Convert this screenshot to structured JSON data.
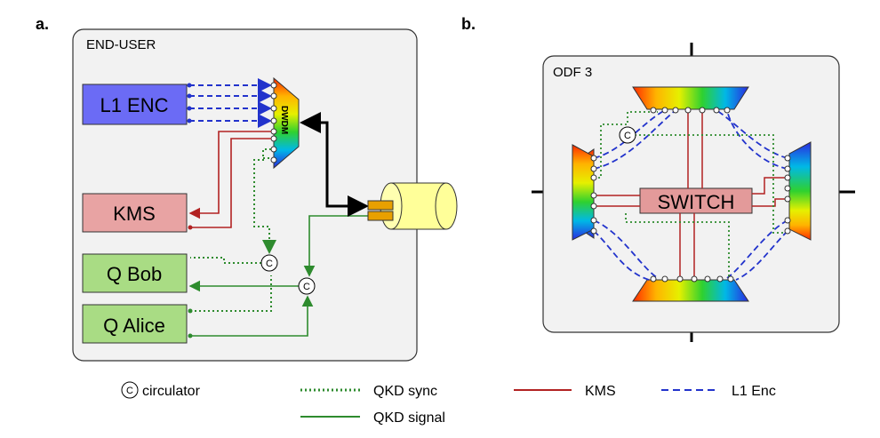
{
  "panels": {
    "a": {
      "label": "a.",
      "box_title": "END-USER",
      "components": {
        "l1_enc": "L1 ENC",
        "kms": "KMS",
        "q_bob": "Q Bob",
        "q_alice": "Q Alice",
        "dwdm": "DWDM",
        "circulator_symbol": "C"
      }
    },
    "b": {
      "label": "b.",
      "box_title": "ODF 3",
      "switch": "SWITCH",
      "circulator_symbol": "C"
    }
  },
  "legend": {
    "circulator": "circulator",
    "qkd_sync": "QKD sync",
    "kms": "KMS",
    "l1_enc": "L1 Enc",
    "qkd_signal": "QKD signal"
  },
  "colors": {
    "l1_enc_fill": "#6b6bf5",
    "kms_fill": "#e8a3a3",
    "q_fill": "#a9dc84",
    "switch_fill": "#e39a9a",
    "fiber_fill": "#ffff99",
    "kms_line": "#b22222",
    "qkd_line": "#2e8b2e",
    "enc_line": "#2233cc"
  }
}
